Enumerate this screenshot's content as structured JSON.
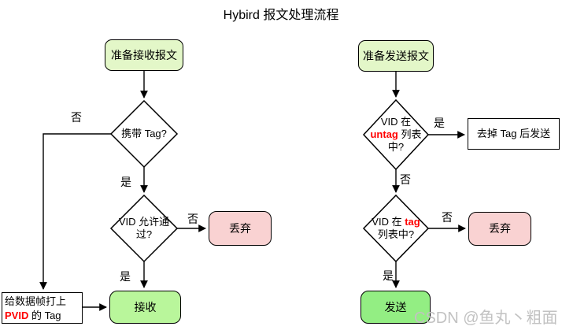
{
  "title": "Hybird 报文处理流程",
  "watermark": "CSDN @鱼丸丶粗面",
  "labels": {
    "yes": "是",
    "no": "否"
  },
  "left": {
    "start": "准备接收报文",
    "decision1": "携带 Tag?",
    "decision2_line1": "VID 允许通",
    "decision2_line2": "过?",
    "tag_box_line1": "给数据帧打上",
    "tag_box_red": "PVID",
    "tag_box_rest": " 的 Tag",
    "discard": "丢弃",
    "receive": "接收"
  },
  "right": {
    "start": "准备发送报文",
    "decision1_line1": "VID 在",
    "decision1_red": "untag",
    "decision1_rest": " 列表",
    "decision1_line3": "中?",
    "untag_send": "去掉 Tag 后发送",
    "decision2_pre": "VID 在 ",
    "decision2_red": "tag",
    "decision2_line2": "列表中?",
    "discard": "丢弃",
    "send": "发送"
  },
  "colors": {
    "start_fill": "#e3f7c8",
    "action_green_light": "#b9f69b",
    "action_green": "#93ee83",
    "discard_pink": "#f9d2d2",
    "highlight_red": "#ff0000",
    "watermark_gray": "#c2c2c2",
    "line_black": "#000000"
  }
}
